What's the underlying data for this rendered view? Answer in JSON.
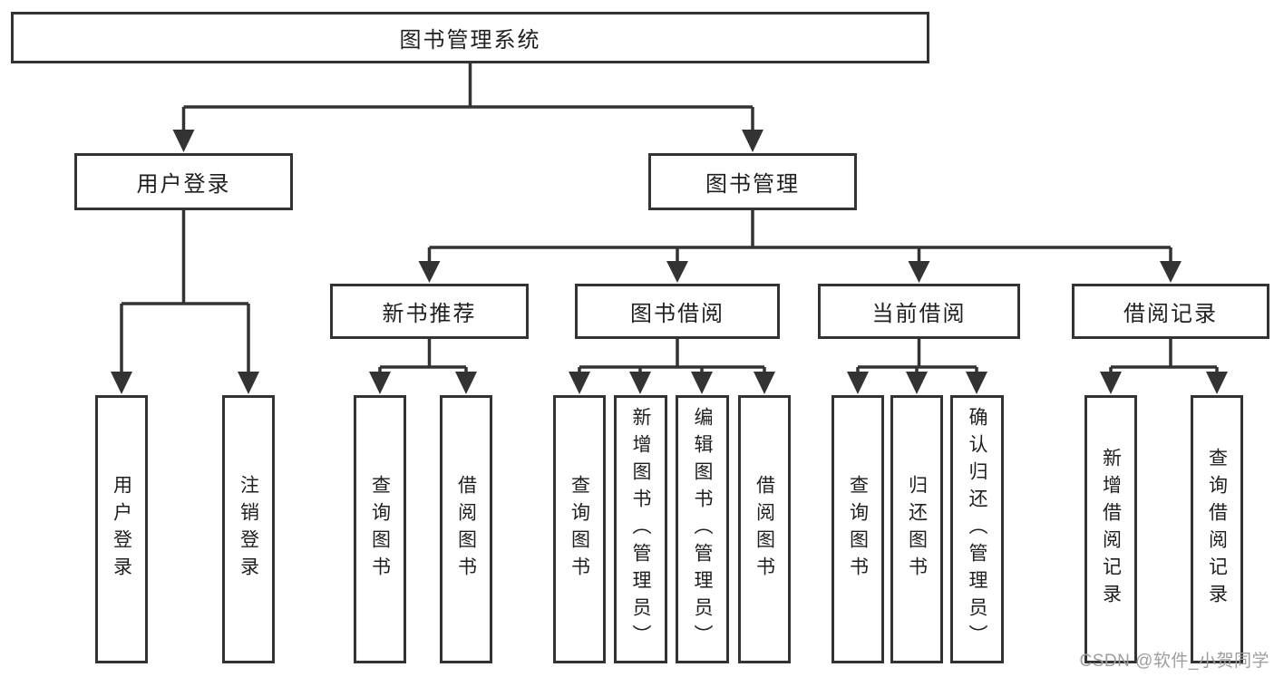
{
  "diagram": {
    "title": "图书管理系统",
    "tree": {
      "root": {
        "label": "图书管理系统"
      },
      "branches": [
        {
          "label": "用户登录",
          "children": [
            {
              "label": "用户登录"
            },
            {
              "label": "注销登录"
            }
          ]
        },
        {
          "label": "图书管理",
          "children": [
            {
              "label": "新书推荐",
              "children": [
                {
                  "label": "查询图书"
                },
                {
                  "label": "借阅图书"
                }
              ]
            },
            {
              "label": "图书借阅",
              "children": [
                {
                  "label": "查询图书"
                },
                {
                  "label": "新增图书（管理员）"
                },
                {
                  "label": "编辑图书（管理员）"
                },
                {
                  "label": "借阅图书"
                }
              ]
            },
            {
              "label": "当前借阅",
              "children": [
                {
                  "label": "查询图书"
                },
                {
                  "label": "归还图书"
                },
                {
                  "label": "确认归还（管理员）"
                }
              ]
            },
            {
              "label": "借阅记录",
              "children": [
                {
                  "label": "新增借阅记录"
                },
                {
                  "label": "查询借阅记录"
                }
              ]
            }
          ]
        }
      ]
    },
    "colors": {
      "line": "#333333",
      "box_background": "#ffffff",
      "text": "#1f1f1f",
      "watermark": "#9e9e9e"
    }
  },
  "watermark": {
    "text": "CSDN @软件_小贺同学"
  }
}
